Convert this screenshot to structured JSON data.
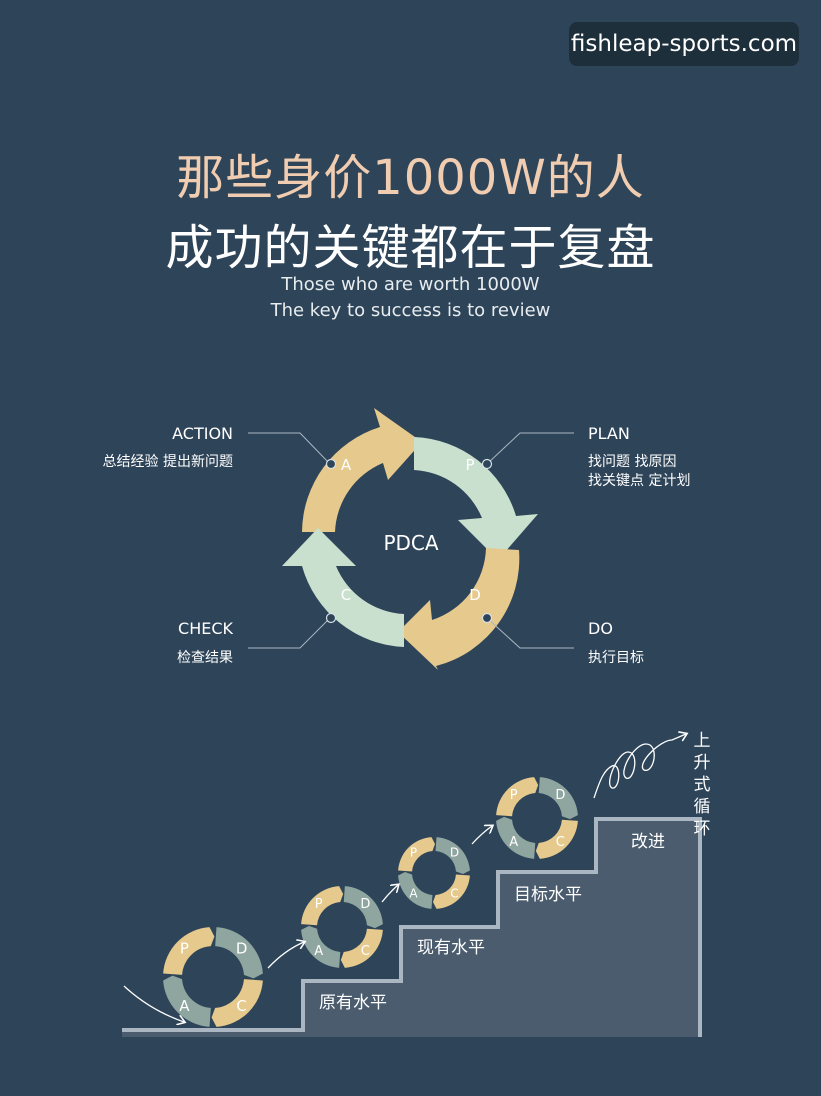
{
  "watermark": "fishleap-sports.com",
  "title": {
    "line1": "那些身价1000W的人",
    "line2": "成功的关键都在于复盘",
    "sub1": "Those who are worth 1000W",
    "sub2": "The key to success is to review"
  },
  "cycle": {
    "center": "PDCA",
    "letters": {
      "p": "P",
      "d": "D",
      "c": "C",
      "a": "A"
    },
    "action": {
      "title": "ACTION",
      "desc": "总结经验 提出新问题"
    },
    "plan": {
      "title": "PLAN",
      "desc1": "找问题  找原因",
      "desc2": "找关键点 定计划"
    },
    "check": {
      "title": "CHECK",
      "desc": "检查结果"
    },
    "do": {
      "title": "DO",
      "desc": "执行目标"
    }
  },
  "stairs": {
    "step1": "原有水平",
    "step2": "现有水平",
    "step3": "目标水平",
    "step4": "改进",
    "upward": [
      "上",
      "升",
      "式",
      "循",
      "环"
    ]
  },
  "colors": {
    "background": "#2e4459",
    "tan": "#e6c98c",
    "mint": "#c9e0cf",
    "sage": "#8fa59f",
    "title_accent": "#f0ccb0"
  }
}
